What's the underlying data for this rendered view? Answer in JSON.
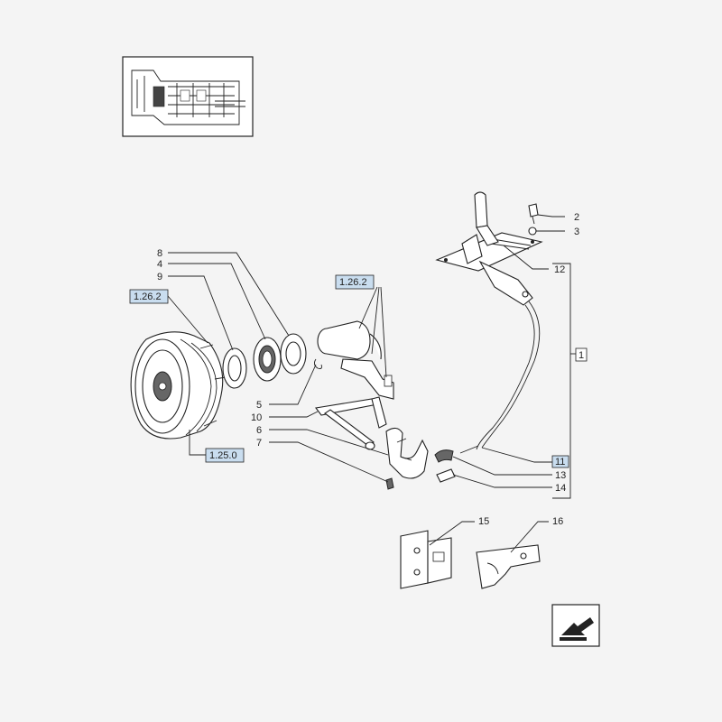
{
  "callouts": {
    "c2": "2",
    "c3": "3",
    "c12": "12",
    "c1": "1",
    "c8": "8",
    "c4": "4",
    "c9": "9",
    "c5": "5",
    "c10": "10",
    "c6": "6",
    "c7": "7",
    "c11": "11",
    "c13": "13",
    "c14": "14",
    "c15": "15",
    "c16": "16"
  },
  "references": {
    "ref_clutch_left": "1.26.2",
    "ref_clutch_bottom": "1.25.0",
    "ref_fork_top": "1.26.2"
  },
  "icons": {
    "thumbnail": "transmission-location-thumbnail",
    "next_page": "next-page-arrow-icon"
  },
  "colors": {
    "reference_highlight": "#c9ddef",
    "line": "#222222",
    "background": "#f4f4f4"
  }
}
